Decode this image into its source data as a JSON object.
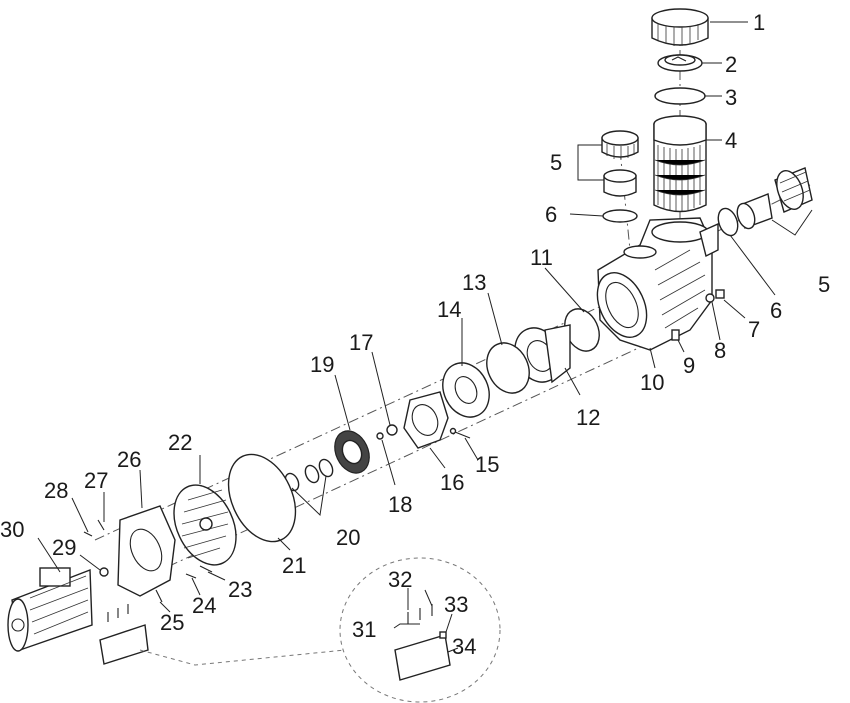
{
  "callouts": {
    "c1": "1",
    "c2": "2",
    "c3": "3",
    "c4": "4",
    "c5a": "5",
    "c5b": "5",
    "c6a": "6",
    "c6b": "6",
    "c7": "7",
    "c8": "8",
    "c9": "9",
    "c10": "10",
    "c11": "11",
    "c12": "12",
    "c13": "13",
    "c14": "14",
    "c15": "15",
    "c16": "16",
    "c17": "17",
    "c18": "18",
    "c19": "19",
    "c20": "20",
    "c21": "21",
    "c22": "22",
    "c23": "23",
    "c24": "24",
    "c25": "25",
    "c26": "26",
    "c27": "27",
    "c28": "28",
    "c29": "29",
    "c30": "30",
    "c31": "31",
    "c32": "32",
    "c33": "33",
    "c34": "34"
  },
  "colors": {
    "line": "#222222",
    "background": "#ffffff"
  }
}
